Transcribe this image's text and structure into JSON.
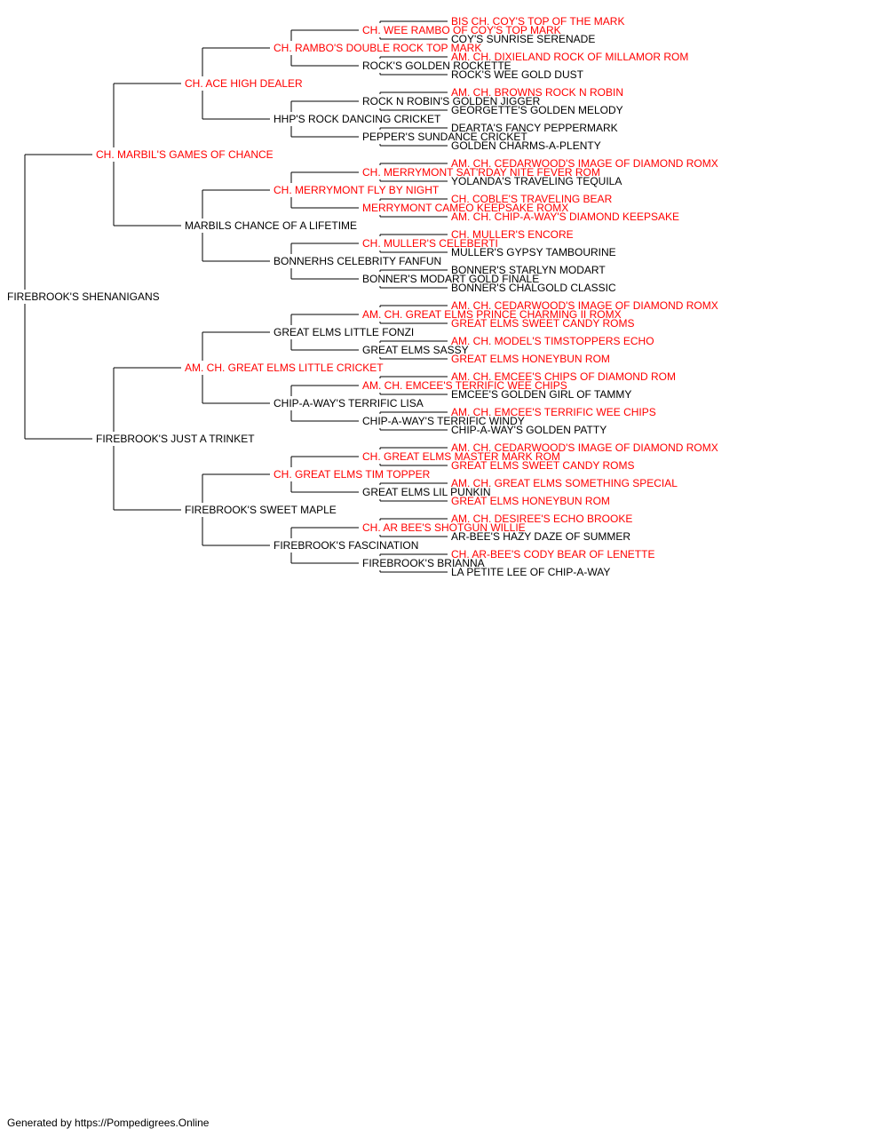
{
  "colors": {
    "champion": "#ff0000",
    "normal": "#000000",
    "line": "#000000"
  },
  "pedigree": {
    "name": "FIREBROOK'S SHENANIGANS",
    "champion": false,
    "sire": {
      "name": "CH. MARBIL'S GAMES OF CHANCE",
      "champion": true,
      "sire": {
        "name": "CH. ACE HIGH DEALER",
        "champion": true,
        "sire": {
          "name": "CH. RAMBO'S DOUBLE ROCK TOP MARK",
          "champion": true,
          "sire": {
            "name": "CH. WEE RAMBO OF COY'S TOP MARK",
            "champion": true,
            "sire": {
              "name": "BIS CH. COY'S TOP OF THE MARK",
              "champion": true
            },
            "dam": {
              "name": "COY'S SUNRISE SERENADE",
              "champion": false
            }
          },
          "dam": {
            "name": "ROCK'S GOLDEN ROCKETTE",
            "champion": false,
            "sire": {
              "name": "AM. CH. DIXIELAND ROCK OF MILLAMOR ROM",
              "champion": true
            },
            "dam": {
              "name": "ROCK'S WEE GOLD DUST",
              "champion": false
            }
          }
        },
        "dam": {
          "name": "HHP'S ROCK DANCING CRICKET",
          "champion": false,
          "sire": {
            "name": "ROCK N ROBIN'S GOLDEN JIGGER",
            "champion": false,
            "sire": {
              "name": "AM. CH. BROWNS ROCK N ROBIN",
              "champion": true
            },
            "dam": {
              "name": "GEORGETTE'S GOLDEN MELODY",
              "champion": false
            }
          },
          "dam": {
            "name": "PEPPER'S SUNDANCE CRICKET",
            "champion": false,
            "sire": {
              "name": "DEARTA'S FANCY PEPPERMARK",
              "champion": false
            },
            "dam": {
              "name": "GOLDEN CHARMS-A-PLENTY",
              "champion": false
            }
          }
        }
      },
      "dam": {
        "name": "MARBILS CHANCE OF A LIFETIME",
        "champion": false,
        "sire": {
          "name": "CH. MERRYMONT FLY BY NIGHT",
          "champion": true,
          "sire": {
            "name": "CH. MERRYMONT SAT'RDAY NITE FEVER ROM",
            "champion": true,
            "sire": {
              "name": "AM. CH. CEDARWOOD'S IMAGE OF DIAMOND ROMX",
              "champion": true
            },
            "dam": {
              "name": "YOLANDA'S TRAVELING TEQUILA",
              "champion": false
            }
          },
          "dam": {
            "name": "MERRYMONT CAMEO KEEPSAKE ROMX",
            "champion": true,
            "sire": {
              "name": "CH. COBLE'S TRAVELING BEAR",
              "champion": true
            },
            "dam": {
              "name": "AM. CH. CHIP-A-WAY'S DIAMOND KEEPSAKE",
              "champion": true
            }
          }
        },
        "dam": {
          "name": "BONNERHS CELEBRITY FANFUN",
          "champion": false,
          "sire": {
            "name": "CH. MULLER'S CELEBERTI",
            "champion": true,
            "sire": {
              "name": "CH. MULLER'S ENCORE",
              "champion": true
            },
            "dam": {
              "name": "MULLER'S GYPSY TAMBOURINE",
              "champion": false
            }
          },
          "dam": {
            "name": "BONNER'S MODART GOLD FINALE",
            "champion": false,
            "sire": {
              "name": "BONNER'S STARLYN MODART",
              "champion": false
            },
            "dam": {
              "name": "BONNER'S CHALGOLD CLASSIC",
              "champion": false
            }
          }
        }
      }
    },
    "dam": {
      "name": "FIREBROOK'S JUST A TRINKET",
      "champion": false,
      "sire": {
        "name": "AM. CH. GREAT ELMS LITTLE CRICKET",
        "champion": true,
        "sire": {
          "name": "GREAT ELMS LITTLE FONZI",
          "champion": false,
          "sire": {
            "name": "AM. CH. GREAT ELMS PRINCE CHARMING II ROMX",
            "champion": true,
            "sire": {
              "name": "AM. CH. CEDARWOOD'S IMAGE OF DIAMOND ROMX",
              "champion": true
            },
            "dam": {
              "name": "GREAT ELMS SWEET CANDY ROMS",
              "champion": true
            }
          },
          "dam": {
            "name": "GREAT ELMS SASSY",
            "champion": false,
            "sire": {
              "name": "AM. CH. MODEL'S TIMSTOPPERS ECHO",
              "champion": true
            },
            "dam": {
              "name": "GREAT ELMS HONEYBUN ROM",
              "champion": true
            }
          }
        },
        "dam": {
          "name": "CHIP-A-WAY'S TERRIFIC LISA",
          "champion": false,
          "sire": {
            "name": "AM. CH. EMCEE'S TERRIFIC WEE CHIPS",
            "champion": true,
            "sire": {
              "name": "AM. CH. EMCEE'S CHIPS OF DIAMOND ROM",
              "champion": true
            },
            "dam": {
              "name": "EMCEE'S GOLDEN GIRL OF TAMMY",
              "champion": false
            }
          },
          "dam": {
            "name": "CHIP-A-WAY'S TERRIFIC WINDY",
            "champion": false,
            "sire": {
              "name": "AM. CH. EMCEE'S TERRIFIC WEE CHIPS",
              "champion": true
            },
            "dam": {
              "name": "CHIP-A-WAY'S GOLDEN PATTY",
              "champion": false
            }
          }
        }
      },
      "dam": {
        "name": "FIREBROOK'S SWEET MAPLE",
        "champion": false,
        "sire": {
          "name": "CH. GREAT ELMS TIM TOPPER",
          "champion": true,
          "sire": {
            "name": "CH. GREAT ELMS MASTER MARK ROM",
            "champion": true,
            "sire": {
              "name": "AM. CH. CEDARWOOD'S IMAGE OF DIAMOND ROMX",
              "champion": true
            },
            "dam": {
              "name": "GREAT ELMS SWEET CANDY ROMS",
              "champion": true
            }
          },
          "dam": {
            "name": "GREAT ELMS LIL PUNKIN",
            "champion": false,
            "sire": {
              "name": "AM. CH. GREAT ELMS SOMETHING SPECIAL",
              "champion": true
            },
            "dam": {
              "name": "GREAT ELMS HONEYBUN ROM",
              "champion": true
            }
          }
        },
        "dam": {
          "name": "FIREBROOK'S FASCINATION",
          "champion": false,
          "sire": {
            "name": "CH. AR BEE'S SHOTGUN WILLIE",
            "champion": true,
            "sire": {
              "name": "AM. CH. DESIREE'S ECHO BROOKE",
              "champion": true
            },
            "dam": {
              "name": "AR-BEE'S HAZY DAZE OF SUMMER",
              "champion": false
            }
          },
          "dam": {
            "name": "FIREBROOK'S BRIANNA",
            "champion": false,
            "sire": {
              "name": "CH. AR-BEE'S CODY BEAR OF LENETTE",
              "champion": true
            },
            "dam": {
              "name": "LA PETITE LEE OF CHIP-A-WAY",
              "champion": false
            }
          }
        }
      }
    }
  },
  "footer": "Generated by https://Pompedigrees.Online"
}
